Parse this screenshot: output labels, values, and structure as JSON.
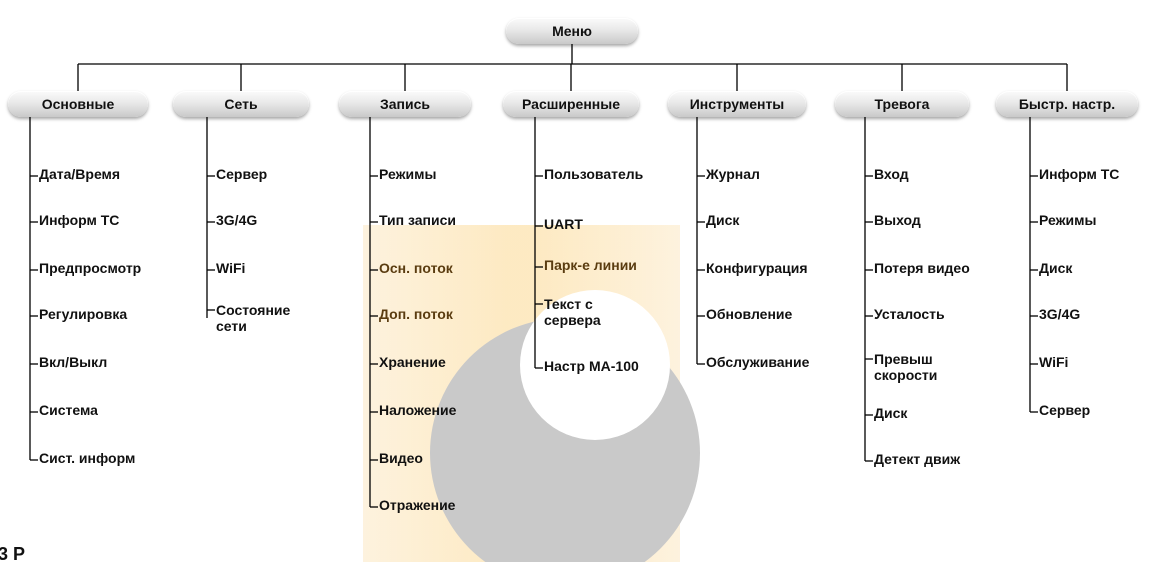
{
  "menu": {
    "root": "Меню"
  },
  "categories": [
    {
      "label": "Основные",
      "items": [
        "Дата/Время",
        "Информ ТС",
        "Предпросмотр",
        "Регулировка",
        "Вкл/Выкл",
        "Система",
        "Сист. информ"
      ]
    },
    {
      "label": "Сеть",
      "items": [
        "Сервер",
        "3G/4G",
        "WiFi",
        "Состояние\nсети"
      ]
    },
    {
      "label": "Запись",
      "items": [
        "Режимы",
        "Тип записи",
        "Осн. поток",
        "Доп. поток",
        "Хранение",
        "Наложение",
        "Видео",
        "Отражение"
      ]
    },
    {
      "label": "Расширенные",
      "items": [
        "Пользователь",
        "UART",
        "Парк-е линии",
        "Текст с\nсервера",
        "Настр MA-100"
      ]
    },
    {
      "label": "Инструменты",
      "items": [
        "Журнал",
        "Диск",
        "Конфигурация",
        "Обновление",
        "Обслуживание"
      ]
    },
    {
      "label": "Тревога",
      "items": [
        "Вход",
        "Выход",
        "Потеря видео",
        "Усталость",
        "Превыш\nскорости",
        "Диск",
        "Детект движ"
      ]
    },
    {
      "label": "Быстр. настр.",
      "items": [
        "Информ ТС",
        "Режимы",
        "Диск",
        "3G/4G",
        "WiFi",
        "Сервер"
      ]
    }
  ],
  "footer": {
    "text": "3 Р"
  },
  "colors": {
    "line": "#000000",
    "pill_top": "#fbfbfb",
    "pill_bottom": "#c9c9c9",
    "watermark_orange": "#fde6b8",
    "watermark_gray": "#c9c9c9"
  }
}
